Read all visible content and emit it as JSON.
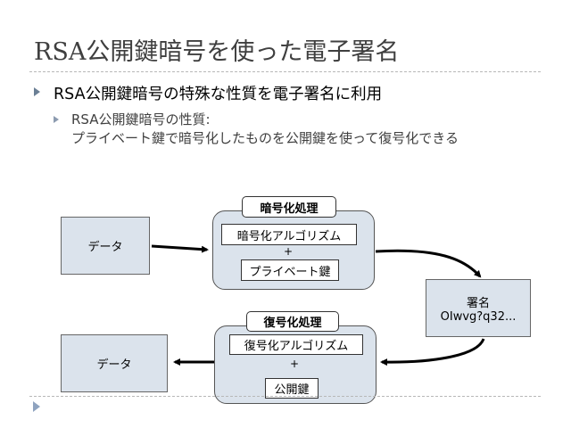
{
  "slide": {
    "title": "RSA公開鍵暗号を使った電子署名",
    "bullet1": "RSA公開鍵暗号の特殊な性質を電子署名に利用",
    "bullet2_line1": "RSA公開鍵暗号の性質:",
    "bullet2_line2": "プライベート鍵で暗号化したものを公開鍵を使って復号化できる"
  },
  "diagram": {
    "data_top": "データ",
    "data_bottom": "データ",
    "encrypt_tab": "暗号化処理",
    "encrypt_algorithm": "暗号化アルゴリズム",
    "encrypt_plus": "+",
    "private_key": "プライベート鍵",
    "signature_label": "署名",
    "signature_value": "OIwvg?q32...",
    "decrypt_tab": "復号化処理",
    "decrypt_algorithm": "復号化アルゴリズム",
    "decrypt_plus": "+",
    "public_key": "公開鍵"
  },
  "colors": {
    "box_fill": "#dbe3ec",
    "bullet": "#6b7f95"
  },
  "icons": [
    "bullet-triangle-icon",
    "nav-triangle-icon"
  ]
}
